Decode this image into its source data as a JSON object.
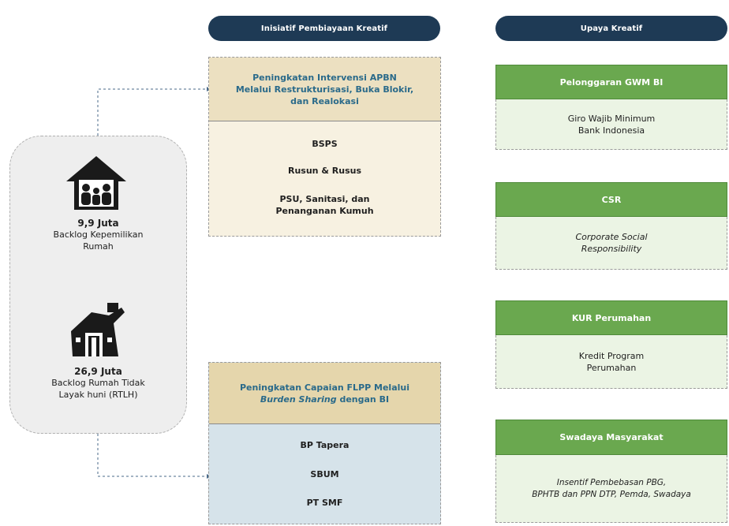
{
  "headers": {
    "middle": "Inisiatif Pembiayaan Kreatif",
    "right": "Upaya Kreatif"
  },
  "backlog": {
    "ownership": {
      "value": "9,9 Juta",
      "label_line1": "Backlog Kepemilikan",
      "label_line2": "Rumah"
    },
    "rtlh": {
      "value": "26,9 Juta",
      "label_line1": "Backlog Rumah Tidak",
      "label_line2": "Layak huni (RTLH)"
    }
  },
  "apbn": {
    "title_line1": "Peningkatan Intervensi APBN",
    "title_line2": "Melalui Restrukturisasi, Buka Blokir,",
    "title_line3": "dan Realokasi",
    "items": [
      "BSPS",
      "Rusun & Rusus",
      "PSU, Sanitasi, dan",
      "Penanganan Kumuh"
    ]
  },
  "flpp": {
    "title_line1": "Peningkatan Capaian FLPP Melalui",
    "title_line2_italic": "Burden Sharing",
    "title_line2_rest": " dengan BI",
    "items": [
      "BP Tapera",
      "SBUM",
      "PT SMF"
    ]
  },
  "upaya": [
    {
      "title": "Pelonggaran GWM BI",
      "line1": "Giro Wajib Minimum",
      "line2": "Bank Indonesia"
    },
    {
      "title": "CSR",
      "line1": "Corporate Social",
      "line2": "Responsibility"
    },
    {
      "title": "KUR Perumahan",
      "line1": "Kredit Program",
      "line2": "Perumahan"
    },
    {
      "title": "Swadaya Masyarakat",
      "line1": "Insentif Pembebasan PBG,",
      "line2": "BPHTB dan PPN DTP, Pemda, Swadaya"
    }
  ],
  "colors": {
    "header_pill": "#1e3a55",
    "apbn_head": "#ece0c1",
    "apbn_body": "#f7f1e1",
    "flpp_head": "#e5d6ac",
    "flpp_body": "#d6e3ea",
    "green_head": "#6aa84f",
    "green_body": "#ebf4e4"
  }
}
